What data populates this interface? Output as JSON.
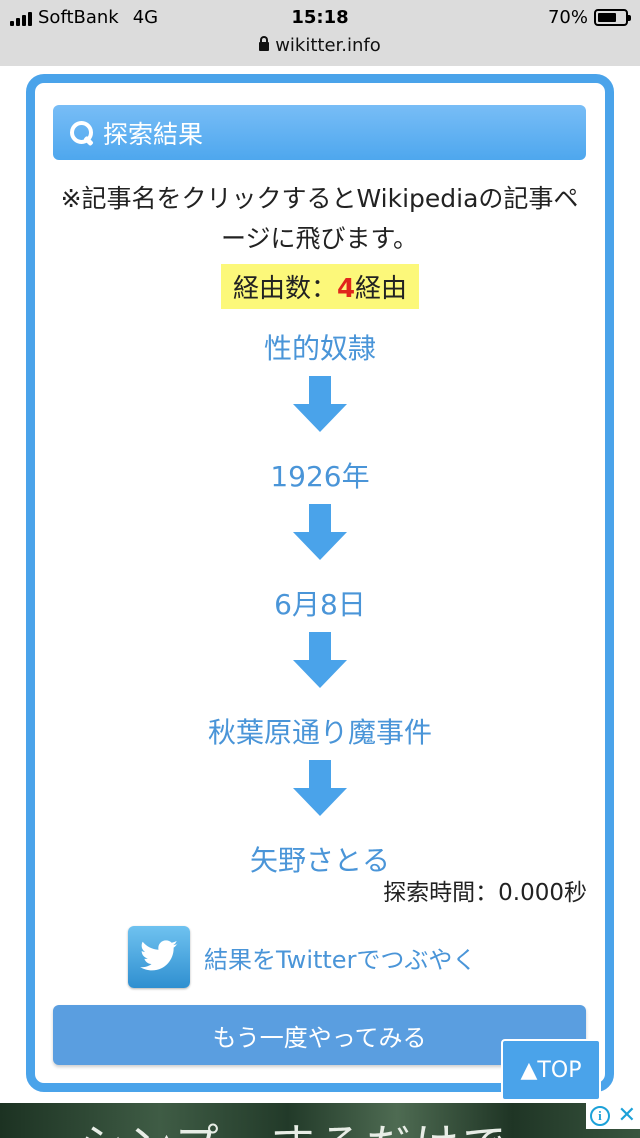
{
  "status_bar": {
    "carrier": "SoftBank",
    "network": "4G",
    "time": "15:18",
    "battery": "70%",
    "battery_level": 0.7,
    "url": "wikitter.info"
  },
  "results": {
    "title": "探索結果",
    "note": "※記事名をクリックするとWikipediaの記事ページに飛びます。",
    "hops_prefix": "経由数：",
    "hops_count": "4",
    "hops_suffix": "経由",
    "articles": [
      "性的奴隷",
      "1926年",
      "6月8日",
      "秋葉原通り魔事件",
      "矢野さとる"
    ],
    "search_time": "探索時間：0.000秒",
    "tweet_label": "結果をTwitterでつぶやく",
    "retry_label": "もう一度やってみる",
    "top_label": "▲TOP"
  },
  "ad": {
    "text": "シンプ　するだけで"
  },
  "colors": {
    "accent": "#4aa3ea",
    "link": "#4a95d8",
    "highlight": "#fcf87a",
    "count": "#e0261c"
  }
}
